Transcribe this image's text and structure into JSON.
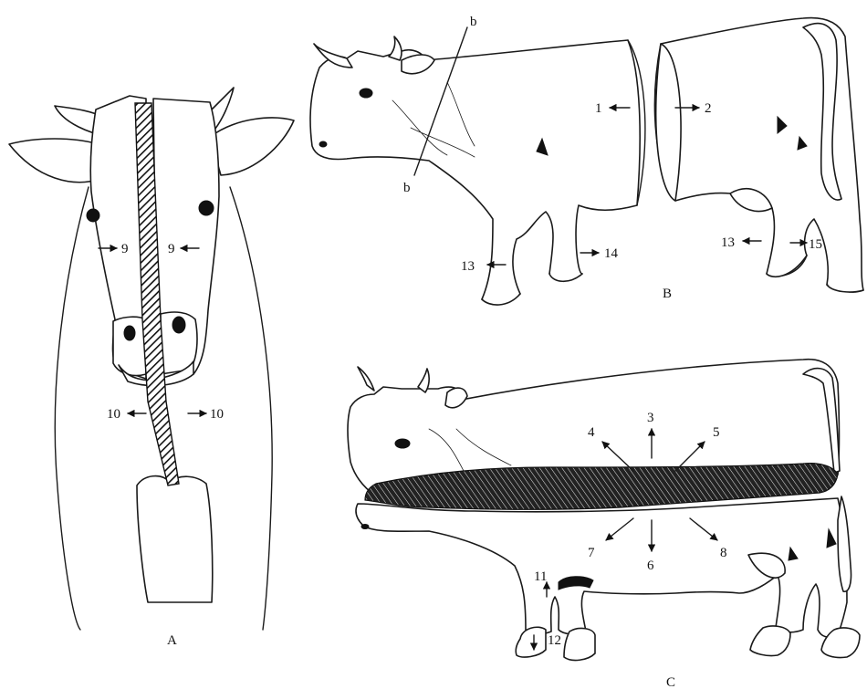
{
  "panels": {
    "a": {
      "caption": "A",
      "labels": {
        "eye_left": "9",
        "eye_right": "9",
        "neck_left": "10",
        "neck_right": "10"
      }
    },
    "b": {
      "caption": "B",
      "labels": {
        "cut_line_top": "b",
        "cut_line_bottom": "b",
        "front_cut": "1",
        "rear_cut": "2",
        "front_leg_outer": "13",
        "front_leg_inner": "14",
        "hind_leg_outer": "13",
        "hind_leg_inner": "15"
      }
    },
    "c": {
      "caption": "C",
      "labels": {
        "up": "3",
        "up_left": "4",
        "up_right": "5",
        "down": "6",
        "down_left": "7",
        "down_right": "8",
        "leg_up": "11",
        "hoof_down": "12"
      }
    }
  }
}
